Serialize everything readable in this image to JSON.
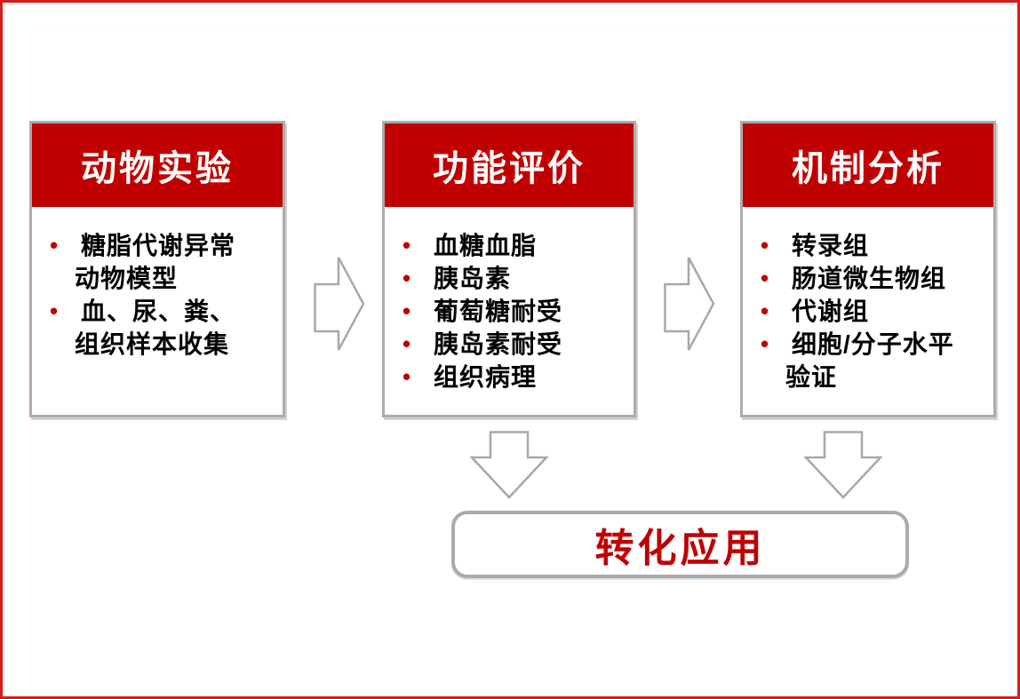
{
  "slide": {
    "background": "#FFFFFF",
    "frame_border_color": "#D51C1C"
  },
  "glyphs": {
    "bullet": "•"
  },
  "colors": {
    "header_bg": "#C00000",
    "header_text": "#FFFFFF",
    "bullet": "#C00000",
    "body_text": "#000000",
    "box_border": "#ACACAC",
    "arrow_outline": "#A8A8A8",
    "final_label": "#C00000"
  },
  "diagram": {
    "boxes": [
      {
        "title": "动物实验",
        "items": [
          {
            "text": "糖脂代谢异常\n动物模型"
          },
          {
            "text": "血、尿、粪、\n组织样本收集"
          }
        ]
      },
      {
        "title": "功能评价",
        "items": [
          {
            "text": "血糖血脂"
          },
          {
            "text": "胰岛素"
          },
          {
            "text": "葡萄糖耐受"
          },
          {
            "text": "胰岛素耐受"
          },
          {
            "text": "组织病理"
          }
        ]
      },
      {
        "title": "机制分析",
        "items": [
          {
            "text": "转录组"
          },
          {
            "text": "肠道微生物组"
          },
          {
            "text": "代谢组"
          },
          {
            "text": "细胞/分子水平\n验证"
          }
        ]
      }
    ],
    "final_box": {
      "label": "转化应用"
    },
    "icons": {
      "right_arrow": "right-block-arrow",
      "down_arrow": "down-block-arrow"
    }
  }
}
